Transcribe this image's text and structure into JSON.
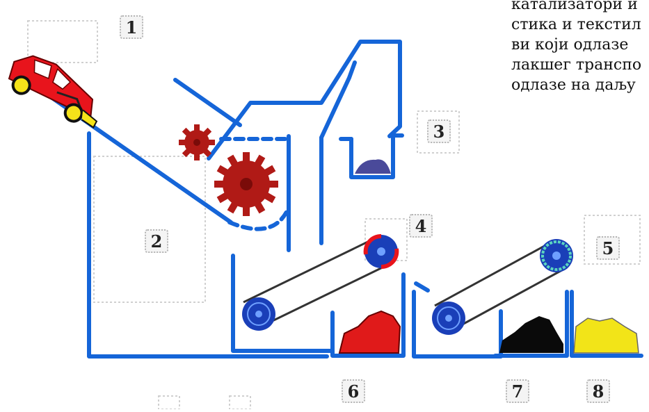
{
  "caption": {
    "lines": [
      "катализатори и",
      "стика и текстил",
      "ви који одлазе",
      "лакшег транспо",
      "одлазе на даљу"
    ]
  },
  "stations": [
    {
      "label": "1"
    },
    {
      "label": "2"
    },
    {
      "label": "3"
    },
    {
      "label": "4"
    },
    {
      "label": "5"
    },
    {
      "label": "6"
    },
    {
      "label": "7"
    },
    {
      "label": "8"
    }
  ],
  "colors": {
    "frame": "#1565d8",
    "car": "#e8141c",
    "wheel": "#f5e31a",
    "shredder": "#b01a16",
    "pulley": "#1a3fb8",
    "debris_red": "#e01a1a",
    "debris_black": "#0a0a0a",
    "debris_yellow": "#f2e418",
    "dust": "#4a4a9a"
  }
}
